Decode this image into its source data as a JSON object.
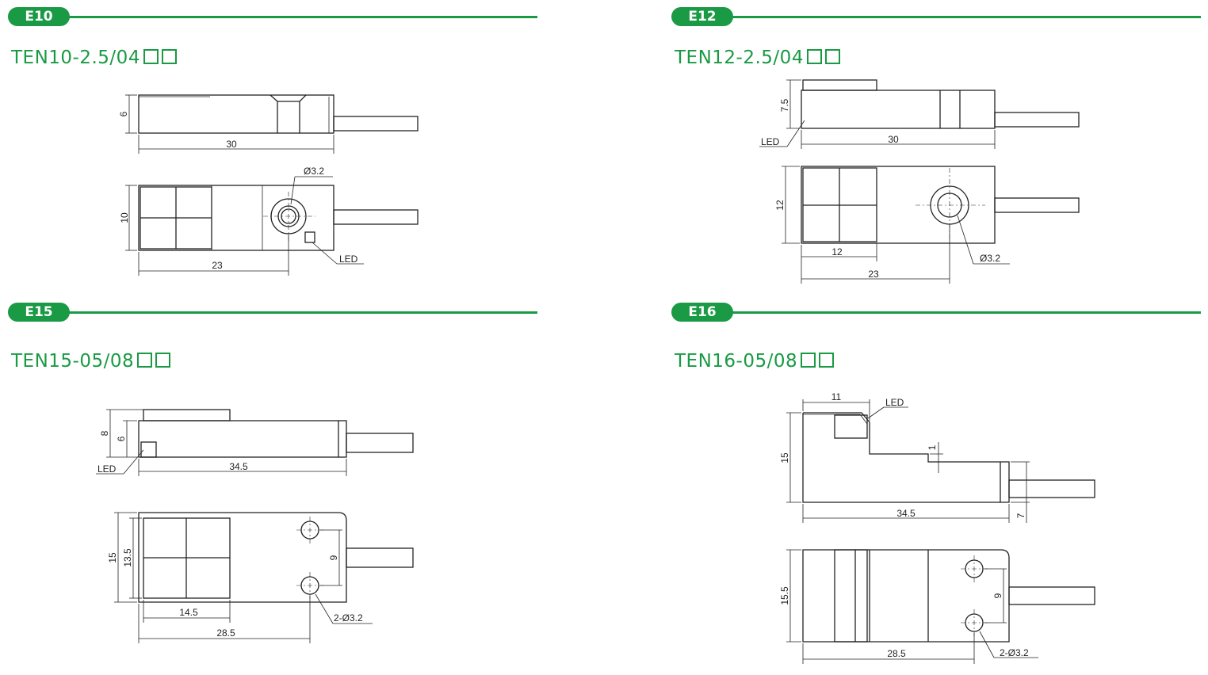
{
  "sections": [
    {
      "tag": "E10",
      "model": "TEN10-2.5/04"
    },
    {
      "tag": "E12",
      "model": "TEN12-2.5/04"
    },
    {
      "tag": "E15",
      "model": "TEN15-05/08"
    },
    {
      "tag": "E16",
      "model": "TEN16-05/08"
    }
  ],
  "dims": {
    "e10": {
      "h_side": "6",
      "len": "30",
      "hole": "Ø3.2",
      "h_top": "10",
      "face": "23",
      "led": "LED"
    },
    "e12": {
      "h_side": "7.5",
      "led": "LED",
      "len": "30",
      "h_top": "12",
      "face_w": "12",
      "face": "23",
      "hole": "Ø3.2"
    },
    "e15": {
      "h_outer": "8",
      "h_side": "6",
      "led": "LED",
      "len": "34.5",
      "w_outer": "15",
      "w_inner": "13.5",
      "pitch": "9",
      "face_w": "14.5",
      "holes": "2-Ø3.2",
      "hole_dist": "28.5"
    },
    "e16": {
      "top_w": "11",
      "led": "LED",
      "h_total": "15",
      "step": "1",
      "len": "34.5",
      "h_tail": "7",
      "w": "15.5",
      "pitch": "9",
      "holes": "2-Ø3.2",
      "hole_dist": "28.5"
    }
  },
  "colors": {
    "accent": "#1a9a44",
    "line": "#222222"
  }
}
